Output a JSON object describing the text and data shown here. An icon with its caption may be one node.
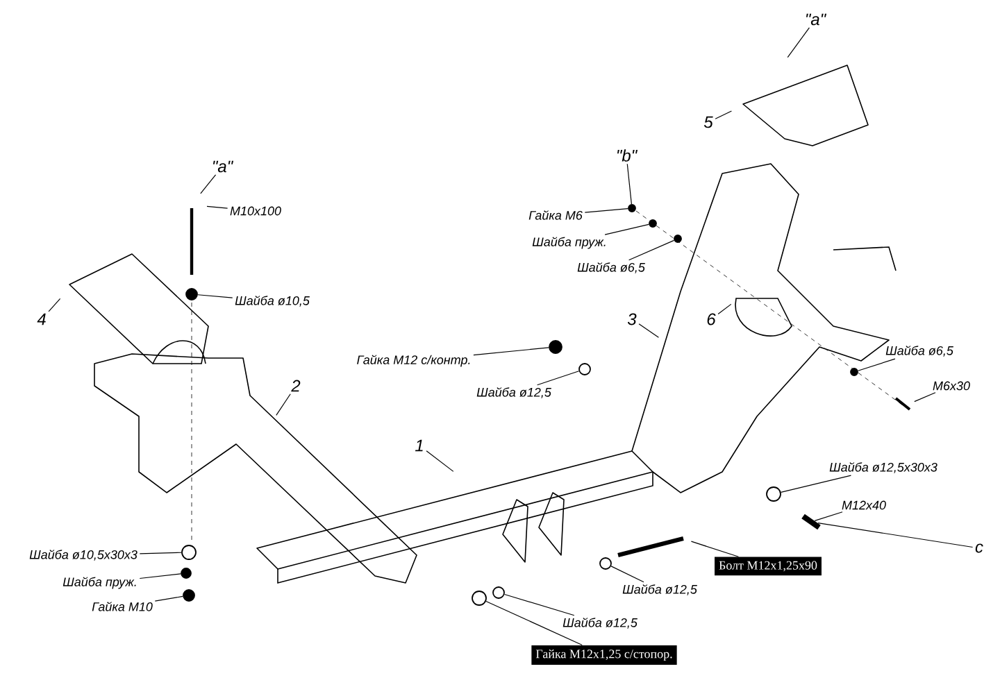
{
  "diagram": {
    "nodes": [
      {
        "text": [
          "\"a\""
        ]
      },
      {
        "text": [
          "M10x100"
        ]
      },
      {
        "text": [
          "Шайба ø10,5"
        ]
      },
      {
        "text": [
          "4"
        ]
      },
      {
        "text": [
          "2"
        ]
      },
      {
        "text": [
          "Гайка M12 с/контр."
        ]
      },
      {
        "text": [
          "Шайба ø12,5"
        ]
      },
      {
        "text": [
          "\"b\""
        ]
      },
      {
        "text": [
          "Гайка M6"
        ]
      },
      {
        "text": [
          "Шайба пруж."
        ]
      },
      {
        "text": [
          "Шайба ø6,5"
        ]
      },
      {
        "text": [
          "\"a\""
        ]
      },
      {
        "text": [
          "5"
        ]
      },
      {
        "text": [
          "3"
        ]
      },
      {
        "text": [
          "6"
        ]
      },
      {
        "text": [
          "Шайба ø6,5"
        ]
      },
      {
        "text": [
          "M6x30"
        ]
      },
      {
        "text": [
          "1"
        ]
      },
      {
        "text": [
          "Шайба ø12,5x30x3"
        ]
      },
      {
        "text": [
          "M12x40"
        ]
      },
      {
        "text": [
          "c"
        ]
      },
      {
        "text": [
          "Болт M12x1,25x90"
        ]
      },
      {
        "text": [
          "Шайба ø10,5x30x3"
        ]
      },
      {
        "text": [
          "Шайба пруж."
        ]
      },
      {
        "text": [
          "Гайка M10"
        ]
      },
      {
        "text": [
          "Шайба ø12,5"
        ]
      },
      {
        "text": [
          "Шайба ø12,5"
        ]
      },
      {
        "text": [
          "Гайка M12x1,25 с/стопор."
        ]
      },
      {
        "text": [],
        "shape": "circle"
      },
      {
        "text": [],
        "shape": "circle"
      },
      {
        "text": [],
        "shape": "circle"
      },
      {
        "text": [],
        "shape": "circle"
      },
      {
        "text": [],
        "shape": "circle"
      },
      {
        "text": [],
        "shape": "circle"
      },
      {
        "text": [],
        "shape": "circle"
      },
      {
        "text": [],
        "shape": "circle"
      },
      {
        "text": [],
        "shape": "bar"
      },
      {
        "text": [],
        "shape": "circle"
      },
      {
        "text": [],
        "shape": "circle"
      },
      {
        "text": [],
        "shape": "circle"
      },
      {
        "text": [],
        "shape": "circle"
      },
      {
        "text": [],
        "shape": "circle"
      },
      {
        "text": [],
        "shape": "circle"
      }
    ],
    "edges": [
      {
        "from": 0,
        "to": null,
        "arrow": "none"
      },
      {
        "from": 1,
        "to": null,
        "arrow": "none"
      },
      {
        "from": 2,
        "to": 28,
        "arrow": "none"
      },
      {
        "from": 3,
        "to": null,
        "arrow": "none"
      },
      {
        "from": 4,
        "to": null,
        "arrow": "none"
      },
      {
        "from": 5,
        "to": 29,
        "arrow": "none"
      },
      {
        "from": 6,
        "to": 30,
        "arrow": "none"
      },
      {
        "from": 7,
        "to": 31,
        "arrow": "none"
      },
      {
        "from": 8,
        "to": 31,
        "arrow": "none"
      },
      {
        "from": 9,
        "to": 32,
        "arrow": "none"
      },
      {
        "from": 10,
        "to": 33,
        "arrow": "none"
      },
      {
        "from": 11,
        "to": null,
        "arrow": "none"
      },
      {
        "from": 12,
        "to": null,
        "arrow": "none"
      },
      {
        "from": 13,
        "to": null,
        "arrow": "none"
      },
      {
        "from": 14,
        "to": null,
        "arrow": "none"
      },
      {
        "from": 15,
        "to": 34,
        "arrow": "none"
      },
      {
        "from": 16,
        "to": null,
        "arrow": "none"
      },
      {
        "from": 17,
        "to": null,
        "arrow": "none"
      },
      {
        "from": 18,
        "to": 35,
        "arrow": "none"
      },
      {
        "from": 19,
        "to": 36,
        "arrow": "none"
      },
      {
        "from": 20,
        "to": 36,
        "arrow": "none"
      },
      {
        "from": 21,
        "to": null,
        "arrow": "none"
      },
      {
        "from": 22,
        "to": 37,
        "arrow": "none"
      },
      {
        "from": 23,
        "to": 38,
        "arrow": "none"
      },
      {
        "from": 24,
        "to": 39,
        "arrow": "none"
      },
      {
        "from": 25,
        "to": 40,
        "arrow": "none"
      },
      {
        "from": 26,
        "to": 41,
        "arrow": "none"
      },
      {
        "from": 27,
        "to": 42,
        "arrow": "none"
      }
    ]
  }
}
